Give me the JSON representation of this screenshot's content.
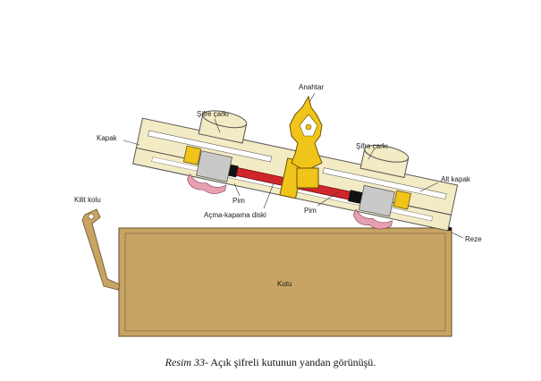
{
  "labels": {
    "anahtar": "Anahtar",
    "sifre_carki_left": "Şifre çarkı",
    "sifre_carki_right": "Şifre çarkı",
    "kapak": "Kapak",
    "alt_kapak": "Alt kapak",
    "kilit_kolu": "Kilit kolu",
    "pim_left": "Pim",
    "pim_right": "Pim",
    "acma_kapama_diski": "Açma-kapama diski",
    "reze": "Reze",
    "kutu": "Kutu"
  },
  "caption": {
    "number": "Resim 33",
    "text": "- Açık şifreli kutunun yandan görünüşü."
  },
  "colors": {
    "box": "#c7a464",
    "lid": "#f3ebc4",
    "brass": "#f0c419",
    "disk": "#d0262b",
    "black": "#111111",
    "grey": "#c9c9c9",
    "pink": "#e8a0b0"
  }
}
